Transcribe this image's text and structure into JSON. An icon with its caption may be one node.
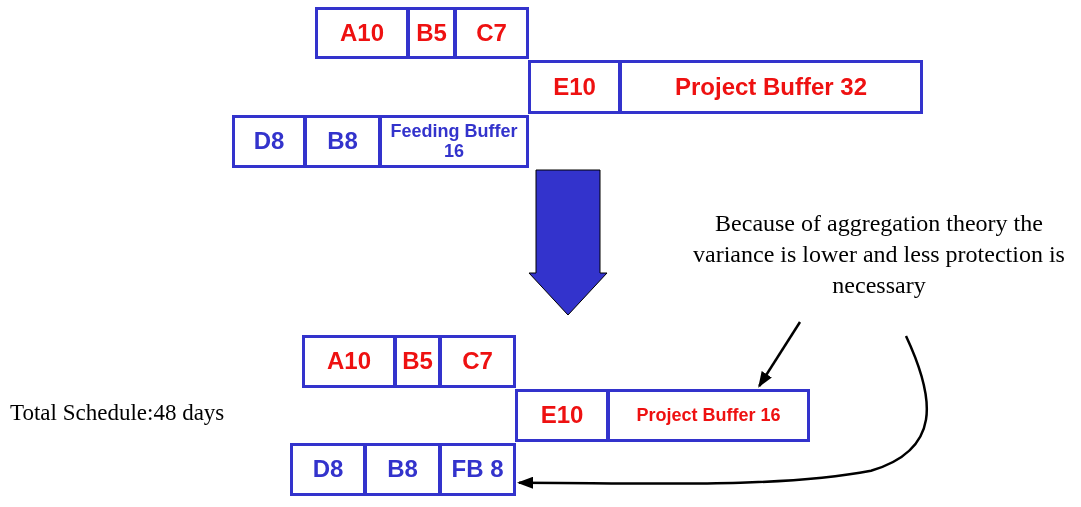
{
  "diagram": {
    "nodes": [
      {
        "text": [
          "A10"
        ]
      },
      {
        "text": [
          "B5"
        ]
      },
      {
        "text": [
          "C7"
        ]
      },
      {
        "text": [
          "E10"
        ]
      },
      {
        "text": [
          "Project Buffer 32"
        ]
      },
      {
        "text": [
          "D8"
        ]
      },
      {
        "text": [
          "B8"
        ]
      },
      {
        "text": [
          "Feeding Buffer 16"
        ]
      },
      {
        "text": [
          "A10"
        ]
      },
      {
        "text": [
          "B5"
        ]
      },
      {
        "text": [
          "C7"
        ]
      },
      {
        "text": [
          "E10"
        ]
      },
      {
        "text": [
          "Project Buffer 16"
        ]
      },
      {
        "text": [
          "D8"
        ]
      },
      {
        "text": [
          "B8"
        ]
      },
      {
        "text": [
          "FB 8"
        ]
      },
      {
        "text": [
          "Because of aggregation theory the variance is lower and less protection is necessary"
        ]
      }
    ],
    "edges": [
      {
        "from": 16,
        "to": 12,
        "arrow": "to"
      },
      {
        "from": 16,
        "to": 15,
        "arrow": "to"
      }
    ],
    "labels": [
      "Total Schedule:48 days"
    ]
  }
}
